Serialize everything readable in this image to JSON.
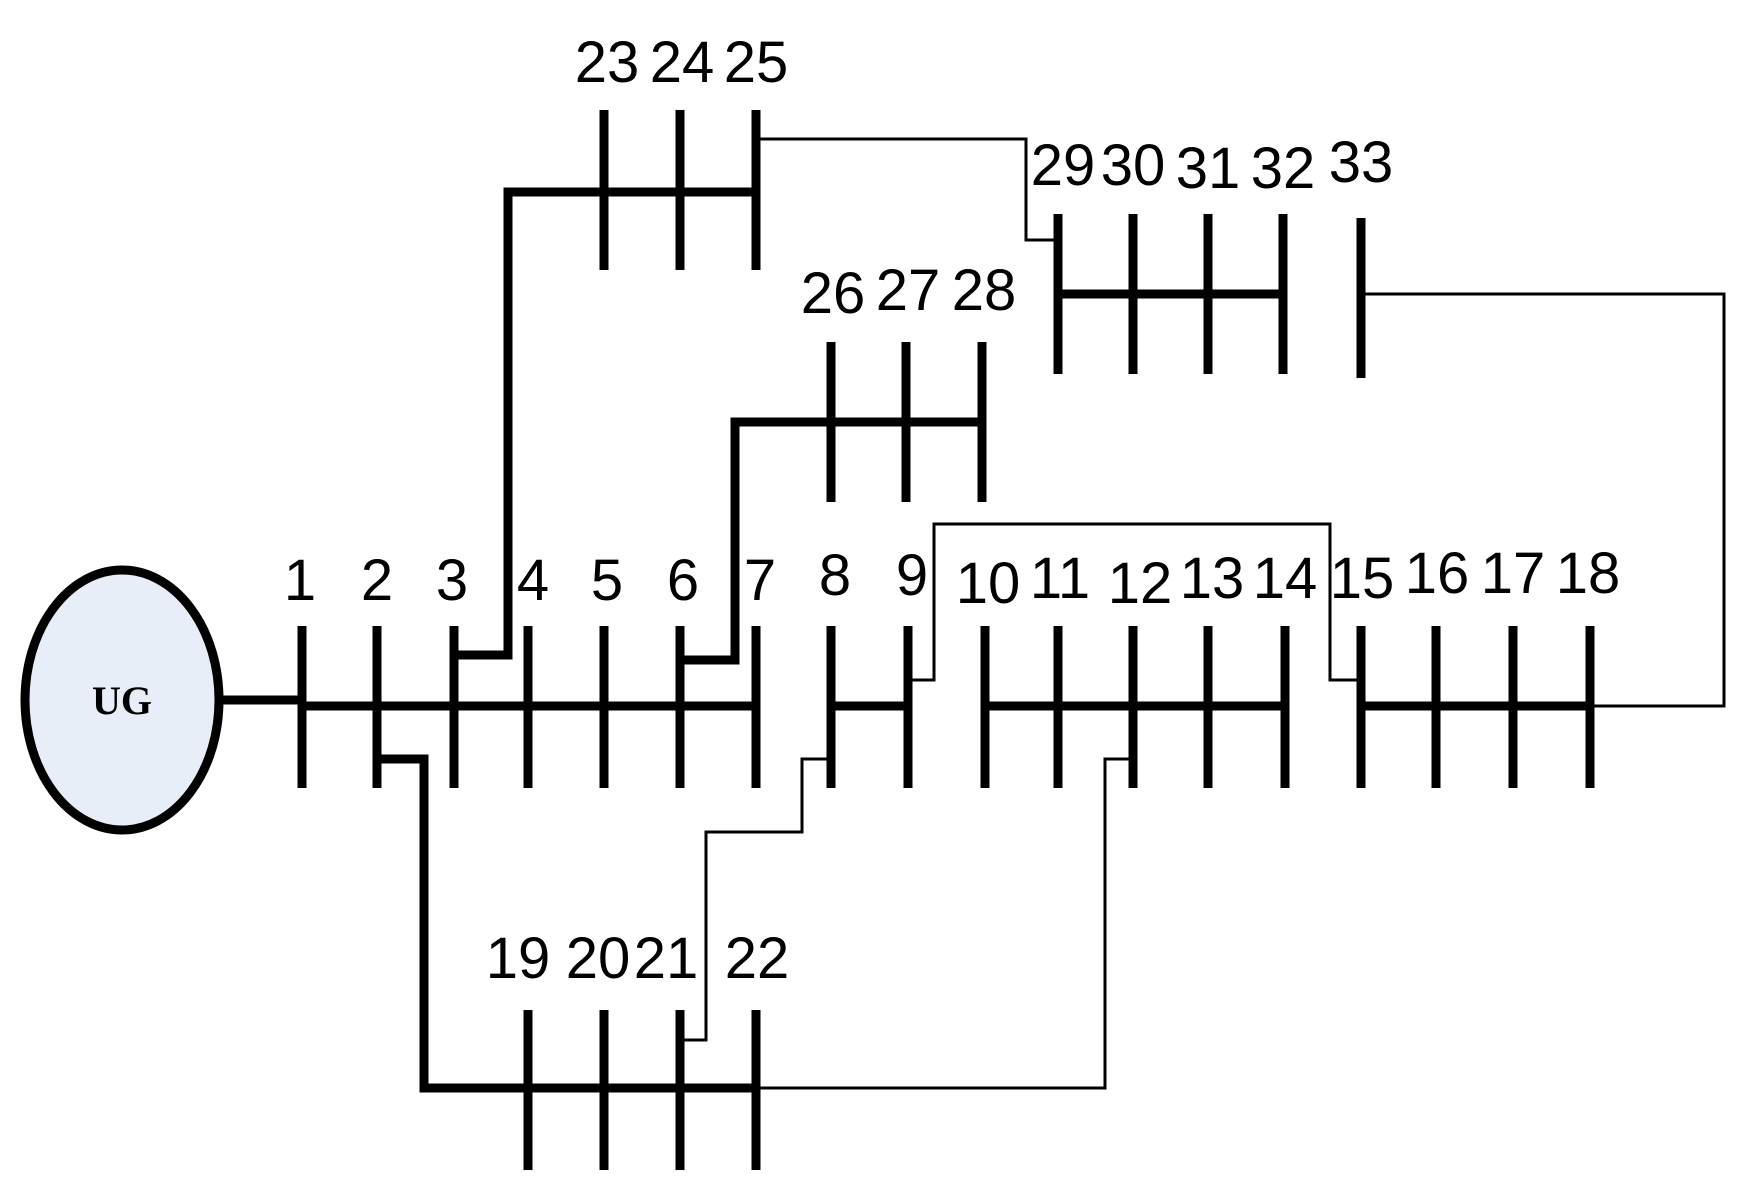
{
  "source": {
    "label": "UG",
    "fill_color": "#e8eef8",
    "stroke_color": "#000000"
  },
  "buses": {
    "b1": "1",
    "b2": "2",
    "b3": "3",
    "b4": "4",
    "b5": "5",
    "b6": "6",
    "b7": "7",
    "b8": "8",
    "b9": "9",
    "b10": "10",
    "b11": "11",
    "b12": "12",
    "b13": "13",
    "b14": "14",
    "b15": "15",
    "b16": "16",
    "b17": "17",
    "b18": "18",
    "b19": "19",
    "b20": "20",
    "b21": "21",
    "b22": "22",
    "b23": "23",
    "b24": "24",
    "b25": "25",
    "b26": "26",
    "b27": "27",
    "b28": "28",
    "b29": "29",
    "b30": "30",
    "b31": "31",
    "b32": "32",
    "b33": "33"
  }
}
